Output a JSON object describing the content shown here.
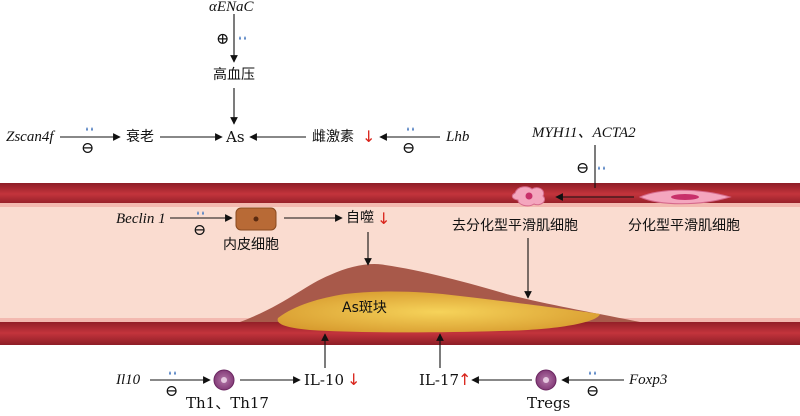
{
  "nodes": {
    "aenac": "αENaC",
    "hypertension": "高血压",
    "zscan4f": "Zscan4f",
    "aging": "衰老",
    "as": "As",
    "estrogen": "雌激素",
    "lhb": "Lhb",
    "myh11_acta2": "MYH11、ACTA2",
    "beclin1": "Beclin 1",
    "endothelial": "内皮细胞",
    "autophagy": "自噬",
    "dediff_smc": "去分化型平滑肌细胞",
    "diff_smc": "分化型平滑肌细胞",
    "plaque": "As斑块",
    "il10_gene": "Il10",
    "th": "Th1、Th17",
    "il10": "IL-10",
    "il17": "IL-17",
    "tregs": "Tregs",
    "foxp3": "Foxp3"
  },
  "marks": {
    "down": "↓",
    "up": "↑",
    "plus": "⊕",
    "minus": "⊖"
  },
  "colors": {
    "vessel_wall": "#b32a33",
    "lumen": "#fadcd0",
    "plaque_outer": "#a8594a",
    "plaque_core": "#e9b63c",
    "endothelial_cell": "#b86a36",
    "smc_pink": "#e88aa8",
    "immune_cell": "#8a3c7c",
    "droplet": "#5a86c4",
    "red_mark": "#d9241b"
  }
}
